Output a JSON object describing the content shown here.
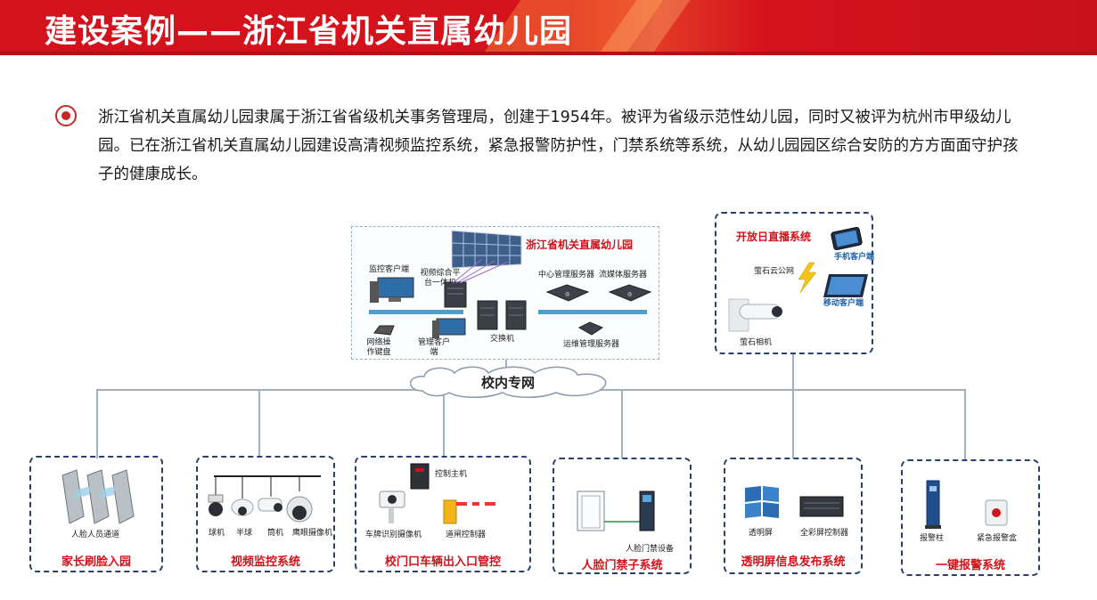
{
  "header": {
    "title": "建设案例——浙江省机关直属幼儿园"
  },
  "intro": {
    "text": "浙江省机关直属幼儿园隶属于浙江省省级机关事务管理局，创建于1954年。被评为省级示范性幼儿园，同时又被评为杭州市甲级幼儿园。已在浙江省机关直属幼儿园建设高清视频监控系统，紧急报警防护性，门禁系统等系统，从幼儿园园区综合安防的方方面面守护孩子的健康成长。"
  },
  "campus": {
    "title": "浙江省机关直属幼儿园",
    "monitor_client": "监控客户端",
    "video_platform": "视频综合平台一体机",
    "center_server": "中心管理服务器",
    "media_server": "流媒体服务器",
    "keyboard": "网络操作键盘",
    "mgmt_client": "管理客户端",
    "switch": "交换机",
    "ops_server": "运维管理服务器"
  },
  "network": {
    "label": "校内专网"
  },
  "live": {
    "title": "开放日直播系统",
    "mobile_client": "手机客户端",
    "cloud": "萤石云公网",
    "tablet_client": "移动客户端",
    "camera": "萤石相机"
  },
  "systems": [
    {
      "title": "家长刷脸入园",
      "items": [
        "人脸人员通道"
      ]
    },
    {
      "title": "视频监控系统",
      "items": [
        "球机",
        "半球",
        "筒机",
        "鹰眼摄像机"
      ]
    },
    {
      "title": "校门口车辆出入口管控",
      "items": [
        "控制主机",
        "车牌识别摄像机",
        "道闸控制器"
      ]
    },
    {
      "title": "人脸门禁子系统",
      "items": [
        "人脸门禁设备"
      ]
    },
    {
      "title": "透明屏信息发布系统",
      "items": [
        "透明屏",
        "全彩屏控制器"
      ]
    },
    {
      "title": "一键报警系统",
      "items": [
        "报警柱",
        "紧急报警盒"
      ]
    }
  ],
  "colors": {
    "brand_red": "#d4121c",
    "label_red": "#d0121b",
    "dash_navy": "#2b3f6c"
  }
}
